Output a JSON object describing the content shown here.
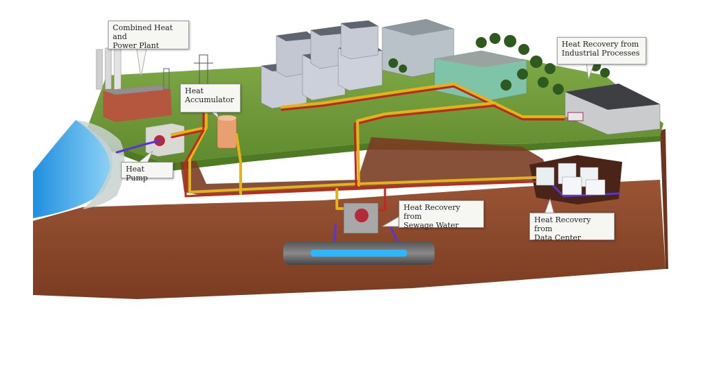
{
  "labels": {
    "chp": "Combined Heat and\nPower Plant",
    "accumulator": "Heat\nAccumulator",
    "heat_pump": "Heat Pump",
    "industrial": "Heat Recovery from\nIndustrial Processes",
    "sewage": "Heat Recovery from\nSewage Water",
    "datacenter": "Heat Recovery from\nData Center"
  },
  "colors": {
    "grass": "#6f9a3a",
    "grass_light": "#86b04a",
    "soil": "#8b4a2c",
    "soil_dark": "#6b3520",
    "water": "#3aa6e6",
    "pipe_supply": "#c0281d",
    "pipe_return": "#e6b21c",
    "pipe_cold": "#5a34d6",
    "sewer_water": "#2db7ff"
  }
}
